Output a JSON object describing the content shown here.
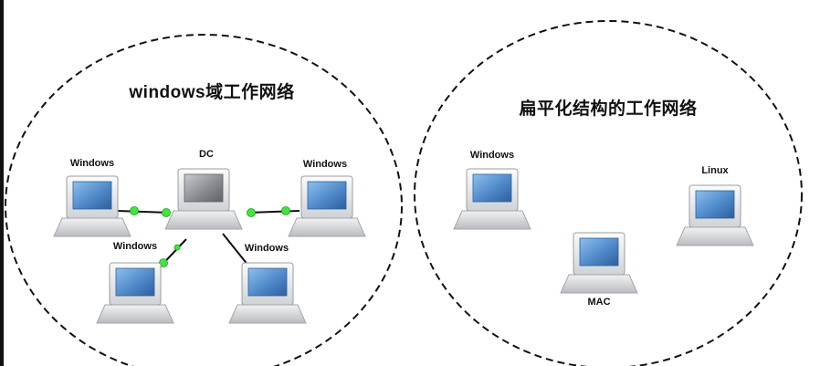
{
  "colors": {
    "connector": "#3ee63e",
    "screen": "#4f89c9",
    "screen_dc": "#8a8d92",
    "border": "#111111"
  },
  "left_zone": {
    "title": "windows域工作网络",
    "dc_label": "DC",
    "pc_top_left": "Windows",
    "pc_top_right": "Windows",
    "pc_bottom_left": "Windows",
    "pc_bottom_right": "Windows"
  },
  "right_zone": {
    "title": "扁平化结构的工作网络",
    "pc_windows": "Windows",
    "pc_linux": "Linux",
    "pc_mac": "MAC"
  }
}
